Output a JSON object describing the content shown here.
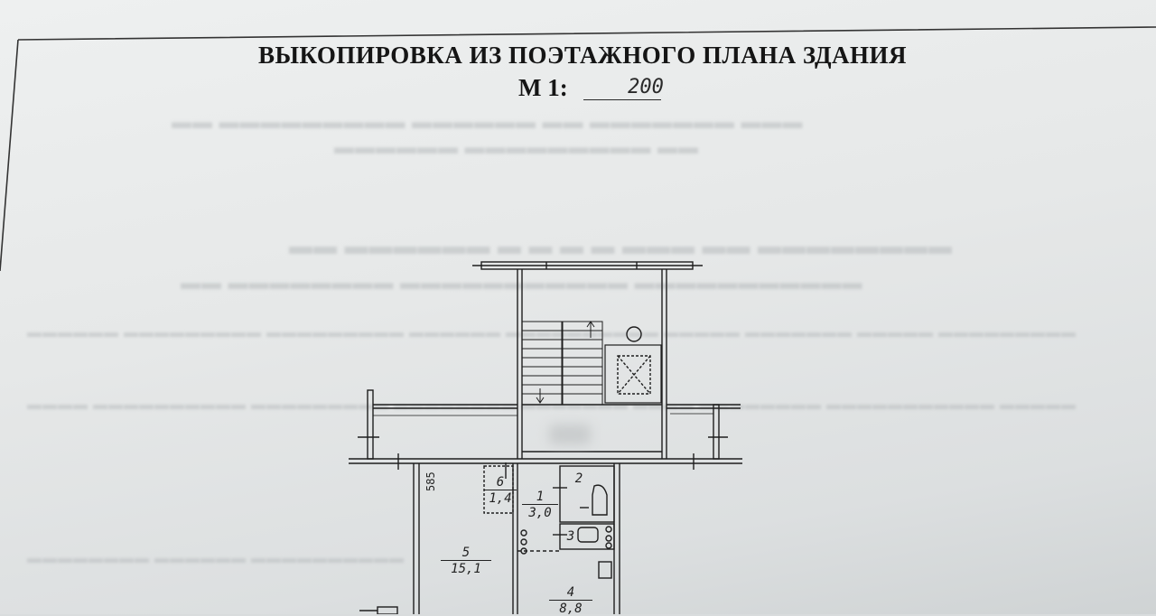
{
  "document": {
    "title": "ВЫКОПИРОВКА ИЗ ПОЭТАЖНОГО ПЛАНА ЗДАНИЯ",
    "scale_label": "М 1:",
    "scale_value": "200"
  },
  "plan": {
    "dimension": "585",
    "rooms": [
      {
        "number": "1",
        "area": "3,0"
      },
      {
        "number": "2",
        "area": ""
      },
      {
        "number": "3",
        "area": ""
      },
      {
        "number": "4",
        "area": "8,8"
      },
      {
        "number": "5",
        "area": "15,1"
      },
      {
        "number": "6",
        "area": "1,4"
      }
    ]
  },
  "colors": {
    "paper": "#e6e8e8",
    "ink": "#151515",
    "faded_text": "#b6babc"
  }
}
